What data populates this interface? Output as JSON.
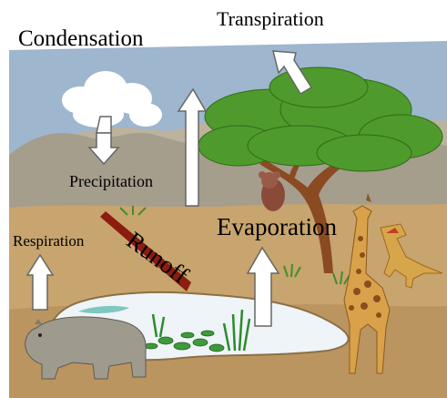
{
  "labels": {
    "condensation": "Condensation",
    "transpiration": "Transpiration",
    "precipitation": "Precipitation",
    "respiration": "Respiration",
    "runoff": "Runoff",
    "evaporation": "Evaporation"
  },
  "colors": {
    "sky": "#9eb6ce",
    "hills": "#a59e8c",
    "ground": "#c8a46e",
    "water": "#eef4f7",
    "arrow_fill": "#ffffff",
    "arrow_stroke": "#666666",
    "runoff_channel": "#8c1c10",
    "foliage": "#4f9a2c",
    "trunk": "#8a4a22"
  },
  "icons": [
    "cloud-icon",
    "tree-icon",
    "koala-icon",
    "giraffe-icon",
    "hippo-icon",
    "dinosaur-icon",
    "lily-pad-icon",
    "reed-icon"
  ]
}
